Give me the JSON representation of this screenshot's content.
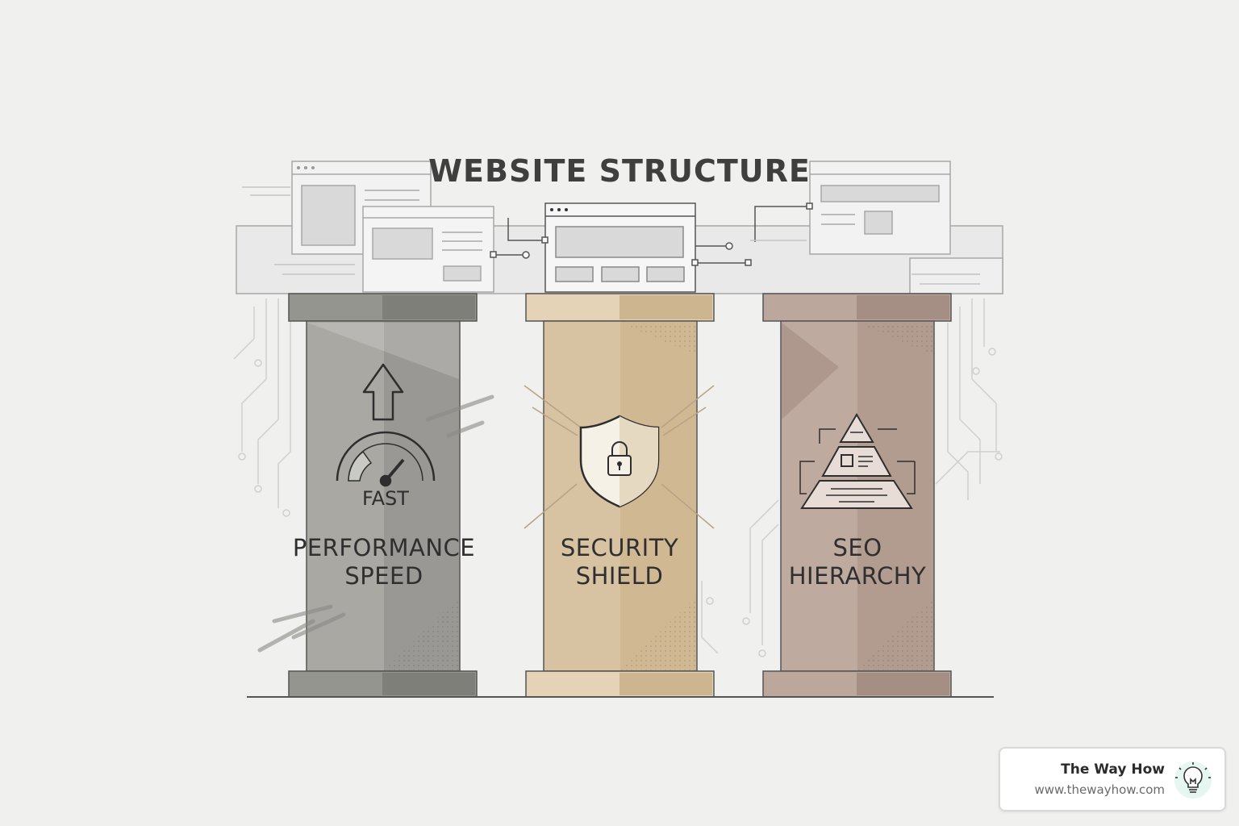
{
  "title": "WEBSITE STRUCTURE",
  "pillars": [
    {
      "line1": "PERFORMANCE",
      "line2": "SPEED",
      "icon": "speedometer-icon",
      "badge": "FAST",
      "color": "#a9a8a3"
    },
    {
      "line1": "SECURITY",
      "line2": "SHIELD",
      "icon": "shield-lock-icon",
      "color": "#d7c3a2"
    },
    {
      "line1": "SEO",
      "line2": "HIERARCHY",
      "icon": "pyramid-hierarchy-icon",
      "color": "#bfaaa0"
    }
  ],
  "brand": {
    "name": "The Way How",
    "url": "www.thewayhow.com",
    "icon": "lightbulb-icon",
    "accent": "#3aa88a"
  }
}
